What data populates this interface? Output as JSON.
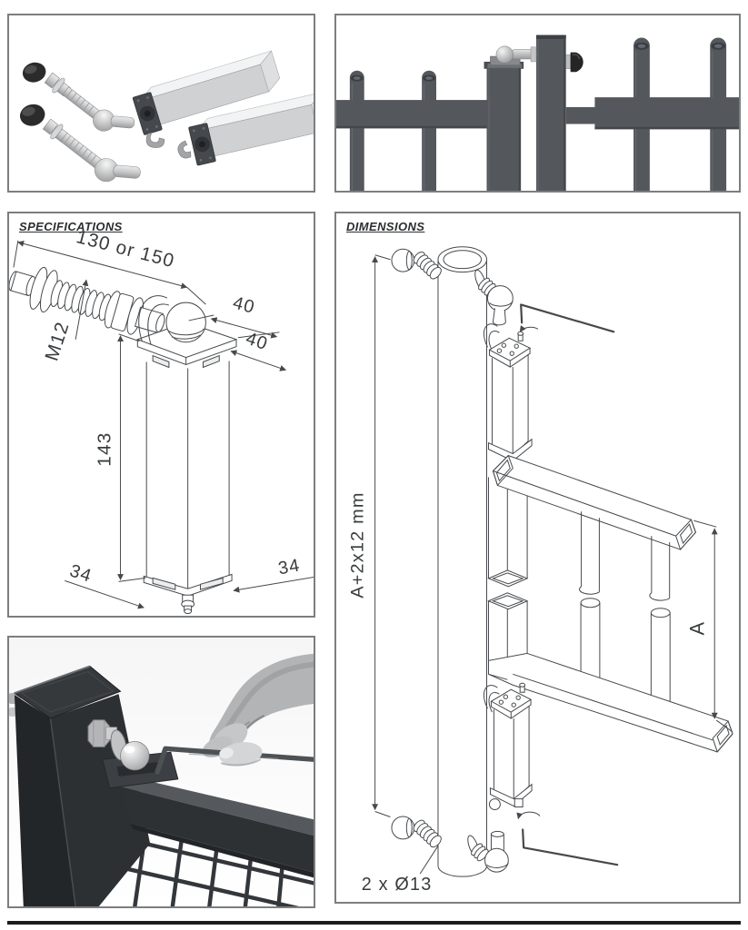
{
  "specifications": {
    "title": "SPECIFICATIONS",
    "labels": {
      "bolt_length": "130 or 150",
      "thread": "M12",
      "plate_depth": "40",
      "plate_width": "40",
      "body_height": "143",
      "base_left": "34",
      "base_right": "34"
    }
  },
  "dimensions": {
    "title": "DIMENSIONS",
    "labels": {
      "post_cut_height": "A+2x12 mm",
      "gate_height": "A",
      "drill_holes": "2 x Ø13"
    }
  },
  "colors": {
    "fence_gray": "#54585d",
    "line_art": "#46494c",
    "panel_border": "#7b7e80",
    "footer_rule": "#1c1c1c",
    "cap_black": "#232527",
    "steel_light": "#d9dadc"
  }
}
